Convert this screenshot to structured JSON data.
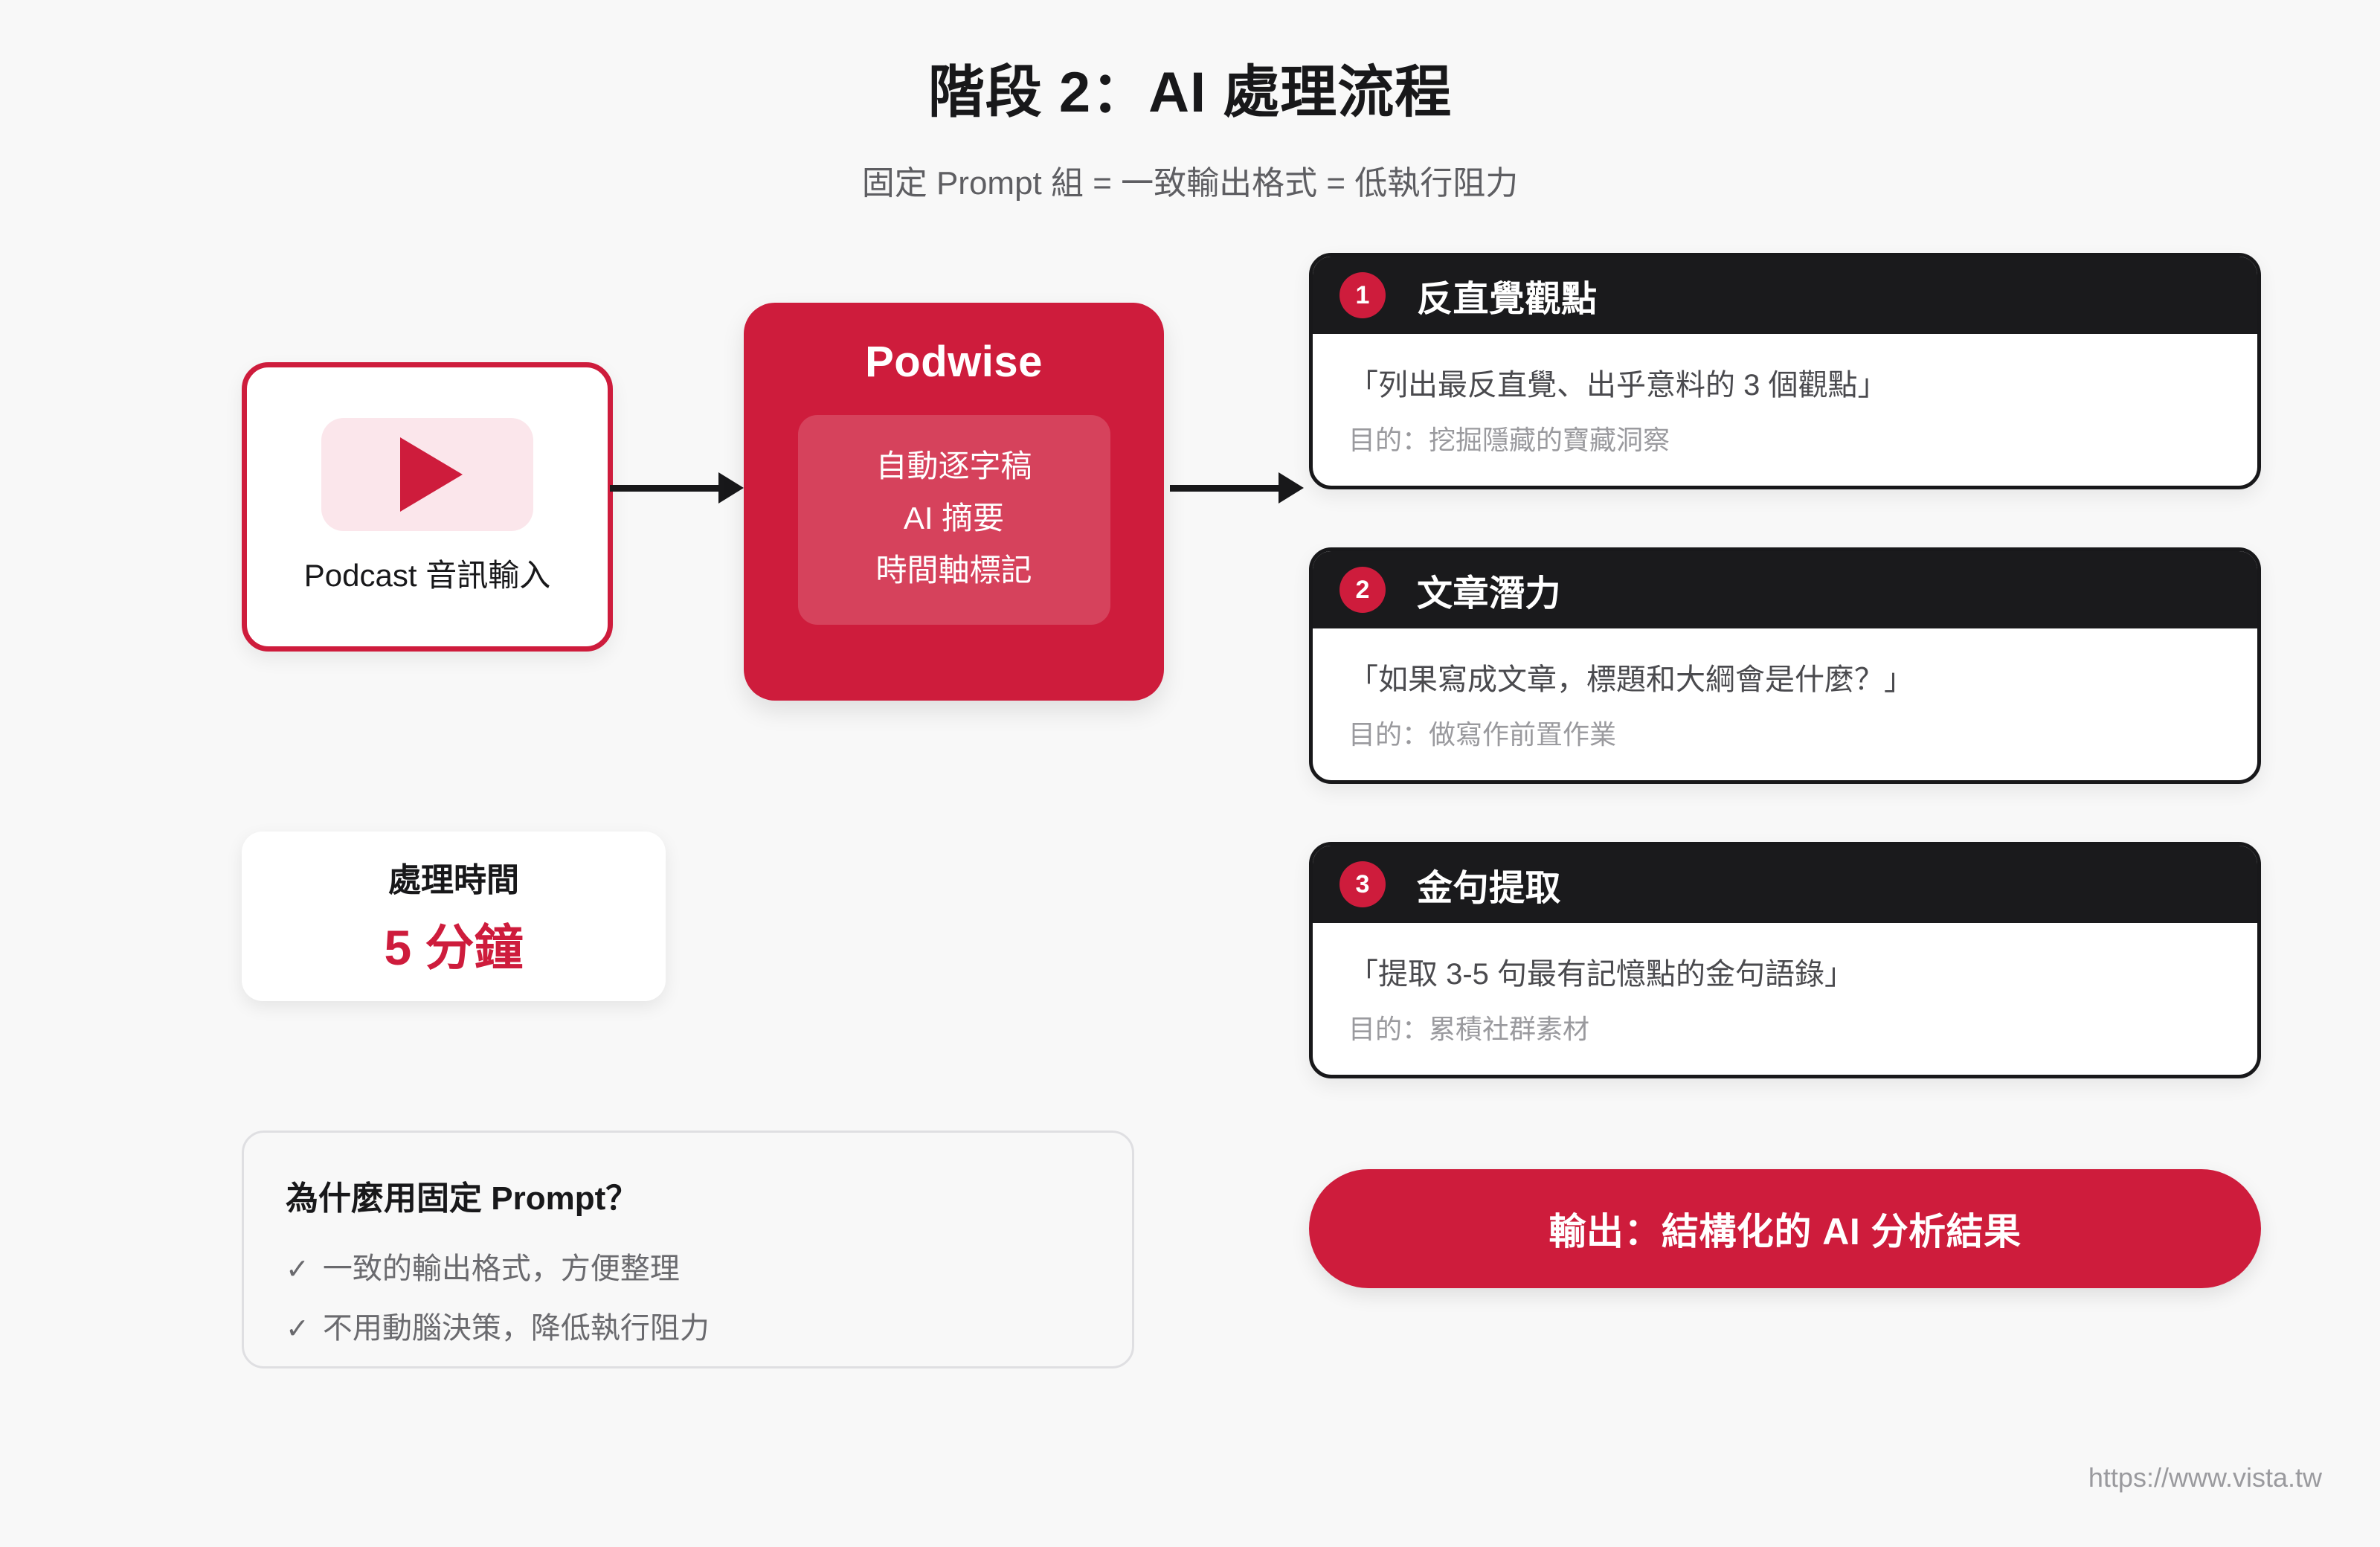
{
  "header": {
    "title": "階段 2：AI 處理流程",
    "subtitle": "固定 Prompt 組 = 一致輸出格式 = 低執行阻力"
  },
  "input_node": {
    "icon": "play-icon",
    "label": "Podcast 音訊輸入"
  },
  "podwise": {
    "title": "Podwise",
    "features": [
      "自動逐字稿",
      "AI 摘要",
      "時間軸標記"
    ]
  },
  "time_card": {
    "label": "處理時間",
    "value": "5 分鐘"
  },
  "why_box": {
    "title": "為什麼用固定 Prompt？",
    "check_glyph": "✓",
    "items": [
      "一致的輸出格式，方便整理",
      "不用動腦決策，降低執行阻力"
    ]
  },
  "prompt_cards": [
    {
      "number": "1",
      "title": "反直覺觀點",
      "prompt": "「列出最反直覺、出乎意料的 3 個觀點」",
      "purpose": "目的：挖掘隱藏的寶藏洞察"
    },
    {
      "number": "2",
      "title": "文章潛力",
      "prompt": "「如果寫成文章，標題和大綱會是什麼？」",
      "purpose": "目的：做寫作前置作業"
    },
    {
      "number": "3",
      "title": "金句提取",
      "prompt": "「提取 3-5 句最有記憶點的金句語錄」",
      "purpose": "目的：累積社群素材"
    }
  ],
  "output_pill": {
    "label": "輸出：結構化的 AI 分析結果"
  },
  "footer": {
    "url": "https://www.vista.tw"
  },
  "colors": {
    "accent": "#CE1C3C",
    "dark": "#1A1A1C",
    "background": "#F8F8F8",
    "muted_text": "#9A9A9E",
    "play_badge": "#FBE6EB"
  }
}
